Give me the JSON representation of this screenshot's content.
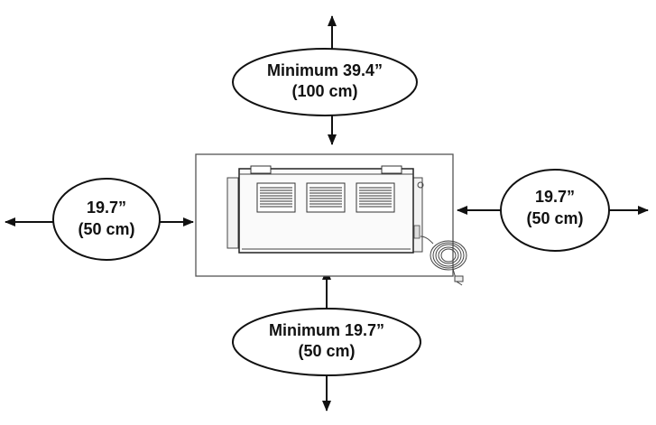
{
  "diagram": {
    "clearance_top": {
      "line1": "Minimum 39.4”",
      "line2": "(100 cm)"
    },
    "clearance_left": {
      "line1": "19.7”",
      "line2": "(50 cm)"
    },
    "clearance_right": {
      "line1": "19.7”",
      "line2": "(50 cm)"
    },
    "clearance_bottom": {
      "line1": "Minimum 19.7”",
      "line2": "(50 cm)"
    }
  }
}
